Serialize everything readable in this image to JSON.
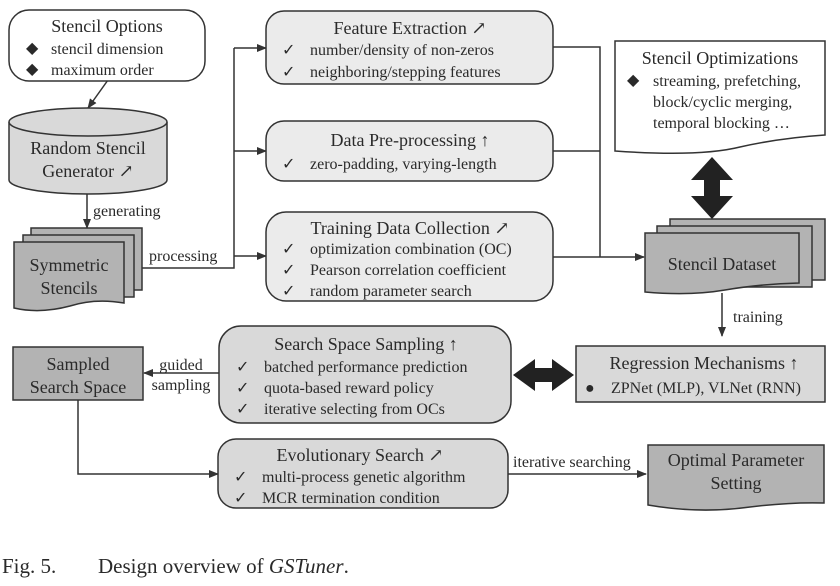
{
  "figure": {
    "caption_prefix": "Fig. 5.",
    "caption_text": "Design overview of ",
    "caption_name": "GSTuner",
    "caption_suffix": "."
  },
  "colors": {
    "light_fill": "#ebebeb",
    "mid_fill": "#d9d9d9",
    "dark_fill": "#b3b3b3",
    "stroke": "#333333"
  },
  "nodes": {
    "stencil_options": {
      "title": "Stencil Options",
      "bullet": "diamond",
      "items": [
        "stencil dimension",
        "maximum order"
      ]
    },
    "random_generator": {
      "line1": "Random Stencil",
      "line2": "Generator ↗"
    },
    "symmetric_stencils": {
      "line1": "Symmetric",
      "line2": "Stencils"
    },
    "feature_extraction": {
      "title": "Feature Extraction ↗",
      "bullet": "check",
      "items": [
        "number/density of non-zeros",
        "neighboring/stepping features"
      ]
    },
    "data_preprocessing": {
      "title": "Data Pre-processing ↑",
      "bullet": "check",
      "items": [
        "zero-padding, varying-length"
      ]
    },
    "training_data": {
      "title": "Training Data Collection ↗",
      "bullet": "check",
      "items": [
        "optimization combination (OC)",
        "Pearson correlation coefficient",
        "random parameter search"
      ]
    },
    "stencil_optimizations": {
      "title": "Stencil Optimizations",
      "bullet": "diamond",
      "items": [
        "streaming, prefetching,",
        "block/cyclic merging,",
        "temporal blocking …"
      ]
    },
    "stencil_dataset": {
      "label": "Stencil Dataset"
    },
    "regression": {
      "title": "Regression Mechanisms ↑",
      "bullet": "dot",
      "items": [
        "ZPNet (MLP), VLNet (RNN)"
      ]
    },
    "search_sampling": {
      "title": "Search Space Sampling ↑",
      "bullet": "check",
      "items": [
        "batched performance prediction",
        "quota-based reward policy",
        "iterative selecting from OCs"
      ]
    },
    "sampled_space": {
      "line1": "Sampled",
      "line2": "Search Space"
    },
    "evolutionary": {
      "title": "Evolutionary Search ↗",
      "bullet": "check",
      "items": [
        "multi-process genetic algorithm",
        "MCR termination condition"
      ]
    },
    "optimal_setting": {
      "line1": "Optimal Parameter",
      "line2": "Setting"
    }
  },
  "edges": {
    "generating": "generating",
    "processing": "processing",
    "training": "training",
    "guided": "guided",
    "sampling": "sampling",
    "iterative_searching": "iterative searching"
  },
  "glyphs": {
    "check": "✓",
    "diamond": "◆",
    "dot": "●"
  }
}
